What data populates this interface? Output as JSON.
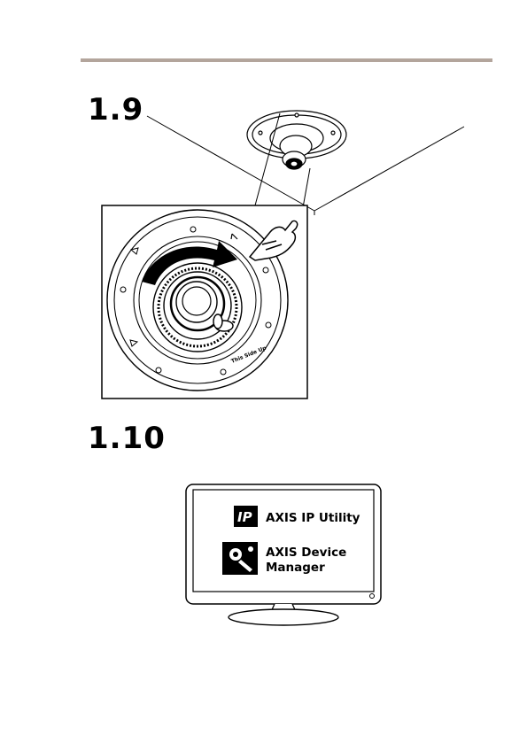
{
  "steps": [
    {
      "number": "1.9"
    },
    {
      "number": "1.10"
    }
  ],
  "monitor": {
    "apps": [
      {
        "icon": "ip-utility-icon",
        "icon_text": "IP",
        "label_lines": [
          "AXIS IP Utility"
        ]
      },
      {
        "icon": "device-manager-icon",
        "label_lines": [
          "AXIS Device",
          "Manager"
        ]
      }
    ]
  },
  "illustration": {
    "ring_text": "This Side Up",
    "arrow": "rotate-clockwise-arrow"
  },
  "colors": {
    "rule": "#b3a59c",
    "ink": "#000000"
  }
}
